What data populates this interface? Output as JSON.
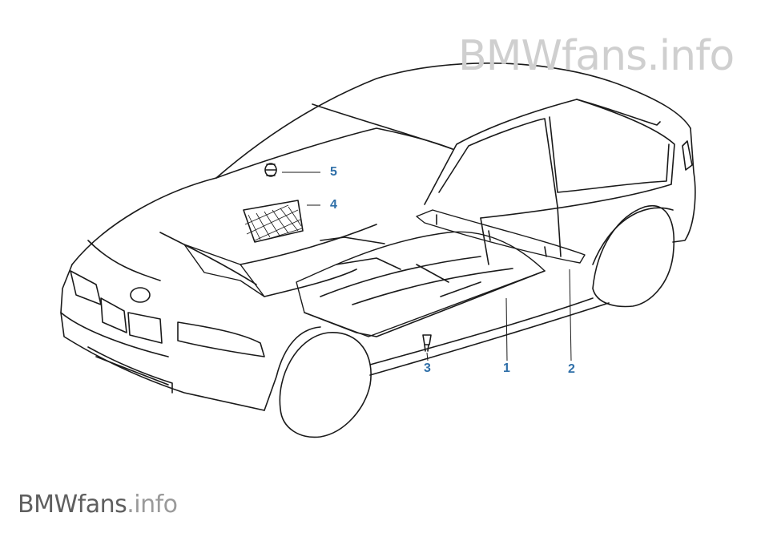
{
  "watermark_top": {
    "brand": "BMWfans",
    "suffix": ".info",
    "color": "#cfcfcf"
  },
  "watermark_bottom": {
    "brand": "BMWfans",
    "suffix": ".info",
    "brand_color": "#5f5f5f",
    "suffix_color": "#9a9a9a"
  },
  "callout_color": "#2f6fa8",
  "callouts": [
    {
      "id": "5",
      "label": "5"
    },
    {
      "id": "4",
      "label": "4"
    },
    {
      "id": "3",
      "label": "3"
    },
    {
      "id": "1",
      "label": "1"
    },
    {
      "id": "2",
      "label": "2"
    }
  ]
}
